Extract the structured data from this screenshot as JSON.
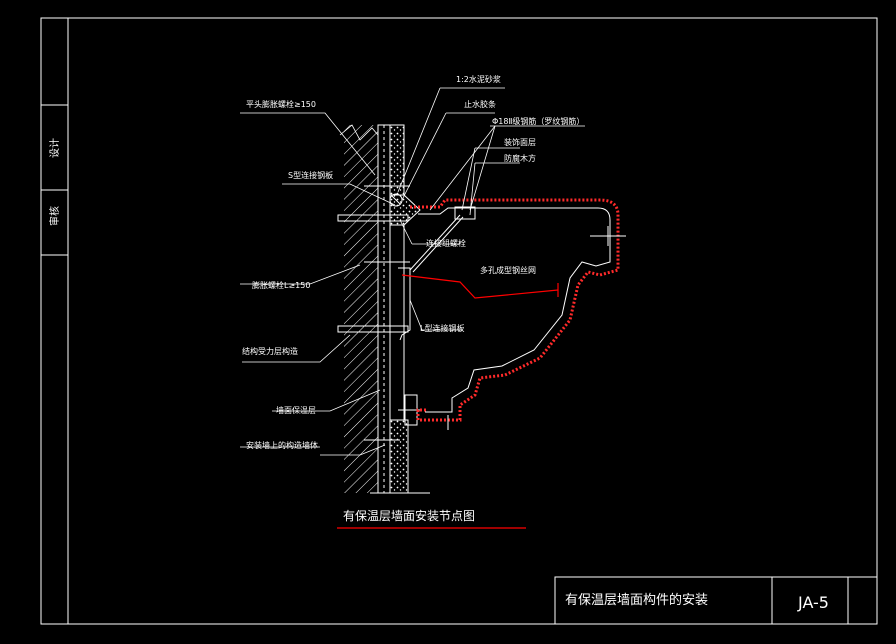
{
  "drawing": {
    "title": "有保温层墙面安装节点图",
    "sheet_title": "有保温层墙面构件的安装",
    "sheet_number": "JA-5",
    "side_labels": [
      "设计",
      "审核"
    ]
  },
  "annotations": [
    {
      "id": "mortar",
      "text": "1:2水泥砂浆"
    },
    {
      "id": "water-stop",
      "text": "止水胶条"
    },
    {
      "id": "expansion-bolt-top",
      "text": "平头膨胀螺栓≥150"
    },
    {
      "id": "steel-rod",
      "text": "Φ18Ⅱ级钢筋（罗纹钢筋）"
    },
    {
      "id": "finish",
      "text": "装饰面层"
    },
    {
      "id": "waterproof",
      "text": "防腐木方"
    },
    {
      "id": "s-bracket",
      "text": "S型连接钢板"
    },
    {
      "id": "connect-bolt",
      "text": "连接组螺栓"
    },
    {
      "id": "expansion-bolt",
      "text": "膨胀螺栓L≥150"
    },
    {
      "id": "mesh",
      "text": "多孔成型钢丝网"
    },
    {
      "id": "l-bracket",
      "text": "L型连接钢板"
    },
    {
      "id": "structure-layer",
      "text": "结构受力层构造"
    },
    {
      "id": "insulation",
      "text": "墙面保温层"
    },
    {
      "id": "wall-base",
      "text": "安装墙上的构造墙体"
    }
  ],
  "colors": {
    "background": "#000000",
    "line": "#ffffff",
    "leader": "#ffffff",
    "red": "#ff0000",
    "cyan": "#00ffff"
  }
}
